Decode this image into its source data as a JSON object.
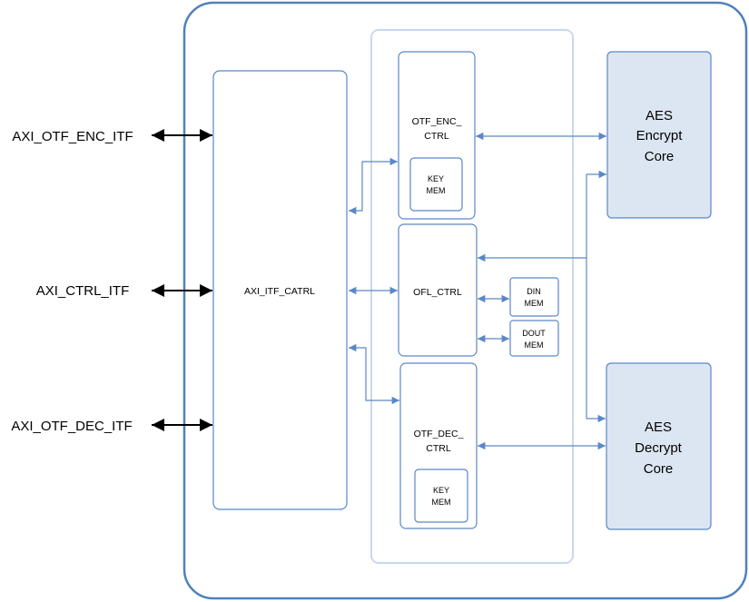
{
  "external_interfaces": {
    "enc": "AXI_OTF_ENC_ITF",
    "ctrl": "AXI_CTRL_ITF",
    "dec": "AXI_OTF_DEC_ITF"
  },
  "blocks": {
    "axi_itf_ctrl": "AXI_ITF_CATRL",
    "otf_enc_ctrl": [
      "OTF_ENC_",
      "CTRL"
    ],
    "enc_key_mem": [
      "KEY",
      "MEM"
    ],
    "ofl_ctrl": "OFL_CTRL",
    "din_mem": [
      "DIN",
      "MEM"
    ],
    "dout_mem": [
      "DOUT",
      "MEM"
    ],
    "otf_dec_ctrl": [
      "OTF_DEC_",
      "CTRL"
    ],
    "dec_key_mem": [
      "KEY",
      "MEM"
    ]
  },
  "cores": {
    "encrypt": [
      "AES",
      "Encrypt",
      "Core"
    ],
    "decrypt": [
      "AES",
      "Decrypt",
      "Core"
    ]
  },
  "colors": {
    "outer_border": "#4f81bd",
    "line": "#5b87c7",
    "core_fill": "#dce6f2",
    "group_border": "#c6d9f1"
  }
}
